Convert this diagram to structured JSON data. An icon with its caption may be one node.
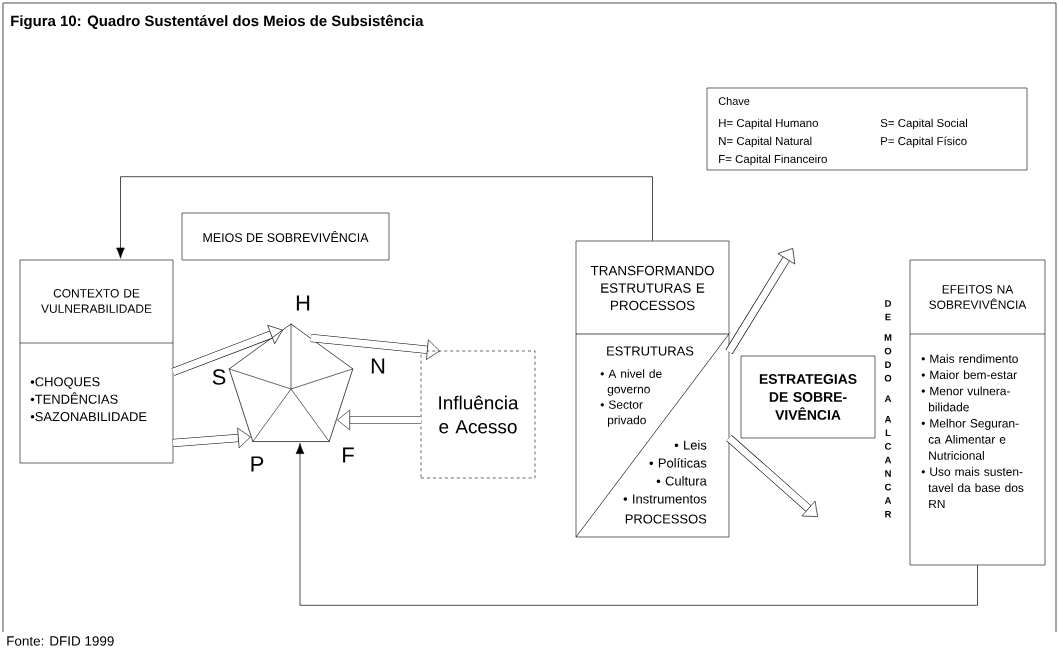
{
  "diagram": {
    "title": "Figura 10: Quadro Sustentável dos Meios de Subsistência",
    "caption": "Fonte: DFID 1999",
    "nodes": [
      {
        "text": [
          "Chave",
          "H= Capital Humano",
          "S= Capital Social",
          "N= Capital Natural",
          "P= Capital Físico",
          "F= Capital Financeiro"
        ]
      },
      {
        "text": [
          "MEIOS DE SOBREVIVÊNCIA"
        ]
      },
      {
        "text": [
          "CONTEXTO DE VULNERABILIDADE",
          "•CHOQUES",
          "•TENDÊNCIAS",
          "•SAZONABILIDADE"
        ]
      },
      {
        "text": [],
        "shape": "pentagon",
        "beside": [
          "H",
          "N",
          "F",
          "P",
          "S"
        ]
      },
      {
        "text": [
          "Influência e Acesso"
        ]
      },
      {
        "text": [
          "TRANSFORMANDO ESTRUTURAS E PROCESSOS",
          "ESTRUTURAS",
          "• A nivel de governo",
          "• Sector privado",
          "• Leis",
          "• Políticas",
          "• Cultura",
          "• Instrumentos",
          "PROCESSOS"
        ]
      },
      {
        "text": [
          "ESTRATEGIAS DE SOBRE- VIVÊNCIA"
        ]
      },
      {
        "text": [
          "EFEITOS NA SOBREVIVÊNCIA",
          "• Mais rendimento",
          "• Maior bem-estar",
          "• Menor vulnera- bilidade",
          "• Melhor Seguran- ca Alimentar e Nutricional",
          "• Uso mais susten- tavel da base dos RN"
        ]
      }
    ],
    "edges": [
      {
        "from": 2,
        "to": 3,
        "arrow": "to"
      },
      {
        "from": 2,
        "to": 3,
        "arrow": "to"
      },
      {
        "from": 3,
        "to": 4,
        "arrow": "to"
      },
      {
        "from": 4,
        "to": 3,
        "arrow": "to"
      },
      {
        "from": 5,
        "to": null,
        "arrow": "to"
      },
      {
        "from": 5,
        "to": null,
        "arrow": "to"
      },
      {
        "from": 5,
        "to": 2,
        "arrow": "to"
      },
      {
        "from": 7,
        "to": 3,
        "arrow": "to"
      }
    ],
    "labels": [
      "DE MODO A ALCANCAR"
    ]
  }
}
